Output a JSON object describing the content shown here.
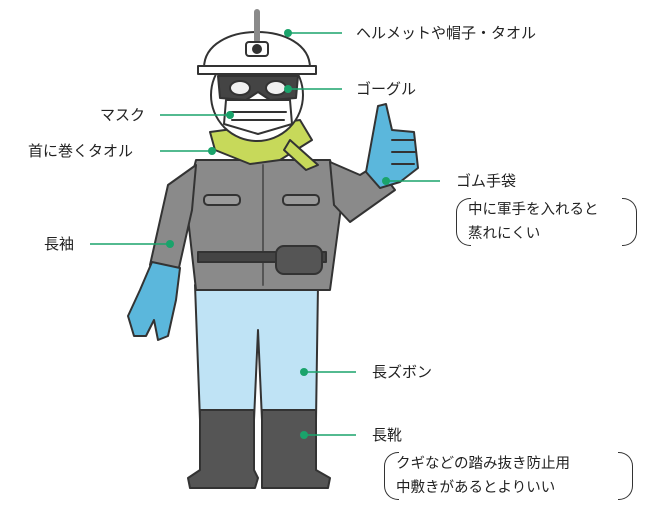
{
  "colors": {
    "leader_line": "#1aa36b",
    "dot": "#1aa36b",
    "helmet": "#ffffff",
    "jacket": "#8a8a8a",
    "scarf": "#c7d95a",
    "glove": "#5bb7dc",
    "pants": "#bfe3f5",
    "boot": "#555555"
  },
  "labels": {
    "helmet": "ヘルメットや帽子・タオル",
    "goggles": "ゴーグル",
    "mask": "マスク",
    "scarf": "首に巻くタオル",
    "gloves": "ゴム手袋",
    "gloves_note_1": "中に軍手を入れると",
    "gloves_note_2": "蒸れにくい",
    "sleeves": "長袖",
    "pants": "長ズボン",
    "boots": "長靴",
    "boots_note_1": "クギなどの踏み抜き防止用",
    "boots_note_2": "中敷きがあるとよりいい"
  }
}
